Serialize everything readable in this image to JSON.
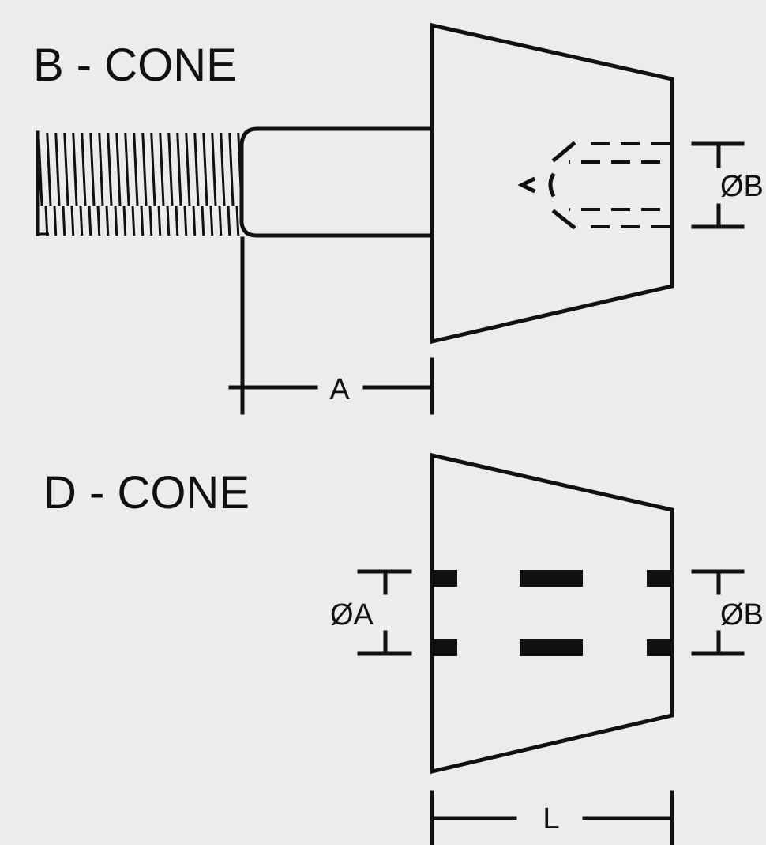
{
  "b_cone": {
    "title": "B - CONE",
    "dim_length": "A",
    "dim_diameter": "ØB"
  },
  "d_cone": {
    "title": "D - CONE",
    "dim_diameter_small": "ØA",
    "dim_diameter_large": "ØB",
    "dim_length": "L"
  },
  "colors": {
    "background": "#ececea",
    "line": "#111111"
  }
}
